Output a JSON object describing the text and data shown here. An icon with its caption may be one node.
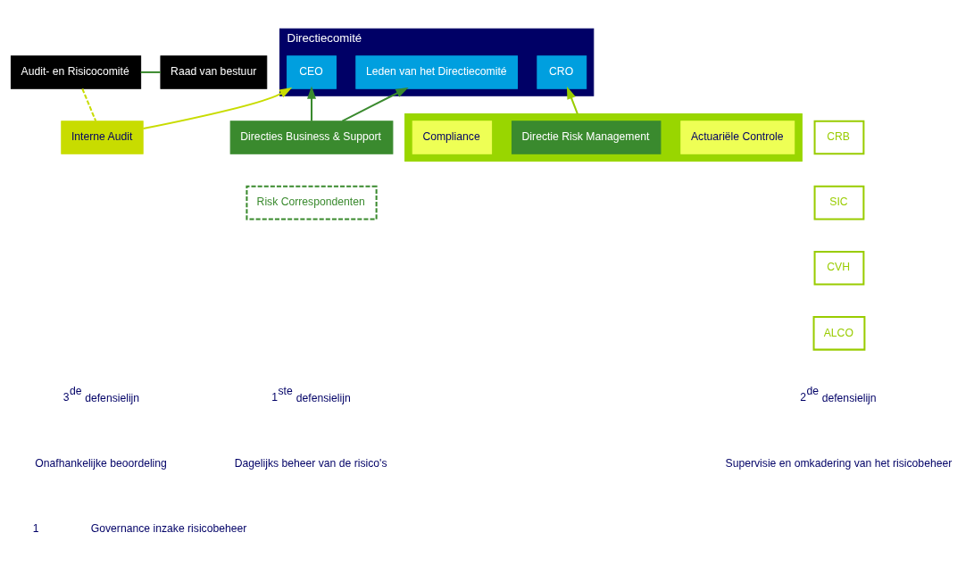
{
  "diagram": {
    "nodes": [
      {
        "text": [
          "Raad van bestuur"
        ]
      },
      {
        "text": [
          "Audit- en Risicocomité"
        ]
      },
      {
        "text": [
          "Directiecomité"
        ]
      },
      {
        "text": [
          "Leden van het Directiecomité"
        ],
        "in": 2
      },
      {
        "text": [
          "CRO"
        ],
        "in": 2
      },
      {
        "text": [
          "CEO"
        ],
        "in": 2
      },
      {
        "text": [
          "Directies Business & Support"
        ]
      },
      {
        "text": [],
        "shape": "box"
      },
      {
        "text": [
          "Actuariële Controle"
        ],
        "in": 7
      },
      {
        "text": [
          "Directie Risk Management"
        ],
        "in": 7
      },
      {
        "text": [
          "Compliance"
        ],
        "in": 7
      },
      {
        "text": [
          "CRB"
        ]
      },
      {
        "text": [
          "SIC"
        ]
      },
      {
        "text": [
          "CVH"
        ]
      },
      {
        "text": [
          "ALCO"
        ]
      },
      {
        "text": [
          "Interne Audit"
        ]
      },
      {
        "text": [
          "Risk Correspondenten"
        ]
      }
    ],
    "edges": [
      {
        "from": 0,
        "to": 1,
        "arrow": "none"
      },
      {
        "from": 6,
        "to": 3,
        "arrow": "to"
      },
      {
        "from": 6,
        "to": 5,
        "arrow": "to"
      },
      {
        "from": 7,
        "to": 4,
        "arrow": "to",
        "color": "#99cc00"
      },
      {
        "from": 15,
        "to": 5,
        "arrow": "to",
        "color": "#c8dc00"
      },
      {
        "from": 15,
        "to": 1,
        "arrow": "none",
        "style": "dashed",
        "color": "#c8dc00"
      }
    ],
    "labels": [
      "1$^{ste}$ defensielijn",
      "Dagelijks beheer van de risico's",
      "2$^{de}$ defensielijn",
      "Supervisie en omkadering van het risicobeheer",
      "3$^{de}$ defensielijn",
      "Onafhankelijke beoordeling",
      "1",
      "Governance inzake risicobeheer"
    ]
  }
}
